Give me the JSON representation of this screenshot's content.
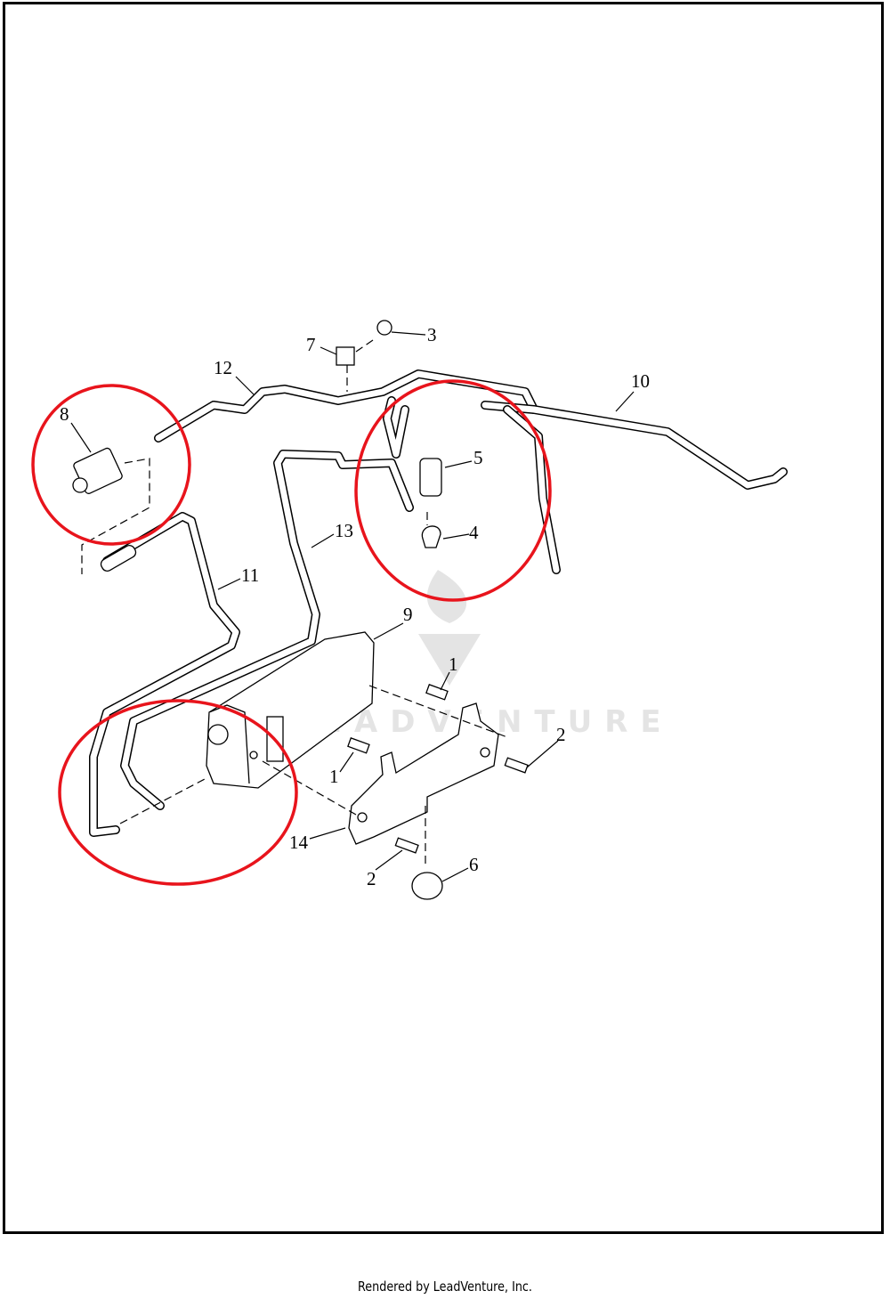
{
  "diagram": {
    "watermark": "LEADVENTURE",
    "callouts": [
      {
        "id": "callout-3",
        "label": "3"
      },
      {
        "id": "callout-7",
        "label": "7"
      },
      {
        "id": "callout-12",
        "label": "12"
      },
      {
        "id": "callout-10",
        "label": "10"
      },
      {
        "id": "callout-8",
        "label": "8"
      },
      {
        "id": "callout-5",
        "label": "5"
      },
      {
        "id": "callout-13",
        "label": "13"
      },
      {
        "id": "callout-4",
        "label": "4"
      },
      {
        "id": "callout-11",
        "label": "11"
      },
      {
        "id": "callout-9",
        "label": "9"
      },
      {
        "id": "callout-1a",
        "label": "1"
      },
      {
        "id": "callout-2a",
        "label": "2"
      },
      {
        "id": "callout-1b",
        "label": "1"
      },
      {
        "id": "callout-14",
        "label": "14"
      },
      {
        "id": "callout-2b",
        "label": "2"
      },
      {
        "id": "callout-6",
        "label": "6"
      }
    ],
    "highlight_color": "#e8141c"
  },
  "footer": {
    "text": "Rendered by LeadVenture, Inc."
  }
}
